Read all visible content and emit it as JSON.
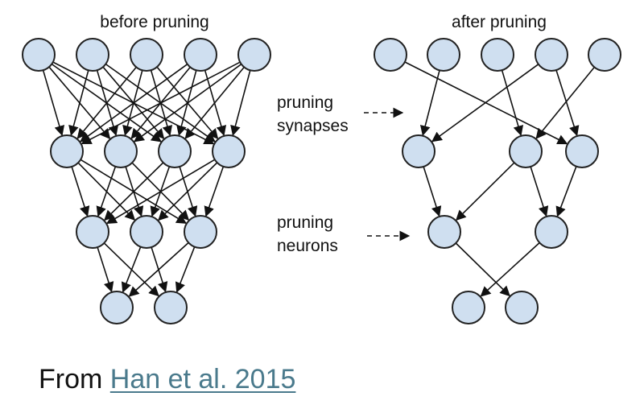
{
  "diagram": {
    "left_title": "before pruning",
    "right_title": "after pruning",
    "annotation_synapses": [
      "pruning",
      "synapses"
    ],
    "annotation_neurons": [
      "pruning",
      "neurons"
    ],
    "colors": {
      "neuron_fill": "#cfdff0",
      "stroke": "#111111",
      "link": "#4a7a8c"
    },
    "before_network": {
      "layer_sizes": [
        5,
        4,
        3,
        2
      ],
      "connectivity": "fully connected"
    },
    "after_network": {
      "layer_sizes": [
        5,
        3,
        2,
        2
      ],
      "synapses": [
        {
          "from": "L1-1",
          "to": "L2-3"
        },
        {
          "from": "L1-2",
          "to": "L2-1"
        },
        {
          "from": "L1-3",
          "to": "L2-2"
        },
        {
          "from": "L1-4",
          "to": "L2-1"
        },
        {
          "from": "L1-4",
          "to": "L2-3"
        },
        {
          "from": "L1-5",
          "to": "L2-2"
        },
        {
          "from": "L2-1",
          "to": "L3-1"
        },
        {
          "from": "L2-2",
          "to": "L3-1"
        },
        {
          "from": "L2-2",
          "to": "L3-2"
        },
        {
          "from": "L2-3",
          "to": "L3-2"
        },
        {
          "from": "L3-1",
          "to": "L4-2"
        },
        {
          "from": "L3-2",
          "to": "L4-1"
        }
      ]
    }
  },
  "caption": {
    "prefix": "From ",
    "link_text": "Han et al. 2015"
  }
}
